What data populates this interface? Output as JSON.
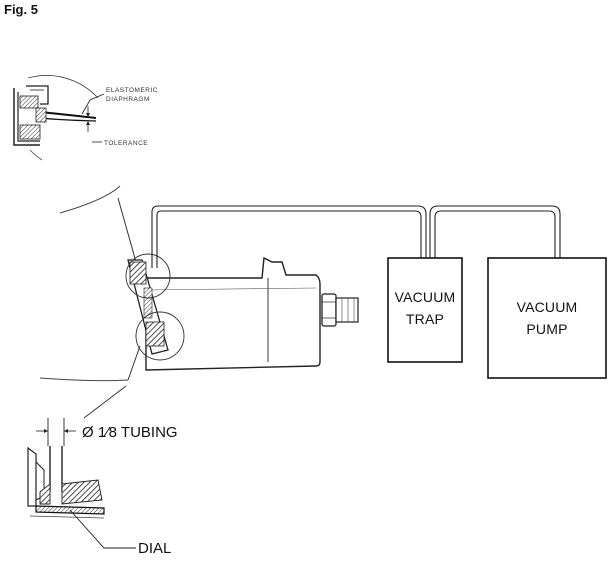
{
  "figure": {
    "label": "Fig. 5"
  },
  "labels": {
    "elastomeric_line1": "ELASTOMERIC",
    "elastomeric_line2": "DIAPHRAGM",
    "tolerance": "TOLERANCE",
    "tubing": "Ø 1⁄8 TUBING",
    "dial": "DIAL"
  },
  "boxes": {
    "trap": {
      "line1": "VACUUM",
      "line2": "TRAP"
    },
    "pump": {
      "line1": "VACUUM",
      "line2": "PUMP"
    }
  }
}
